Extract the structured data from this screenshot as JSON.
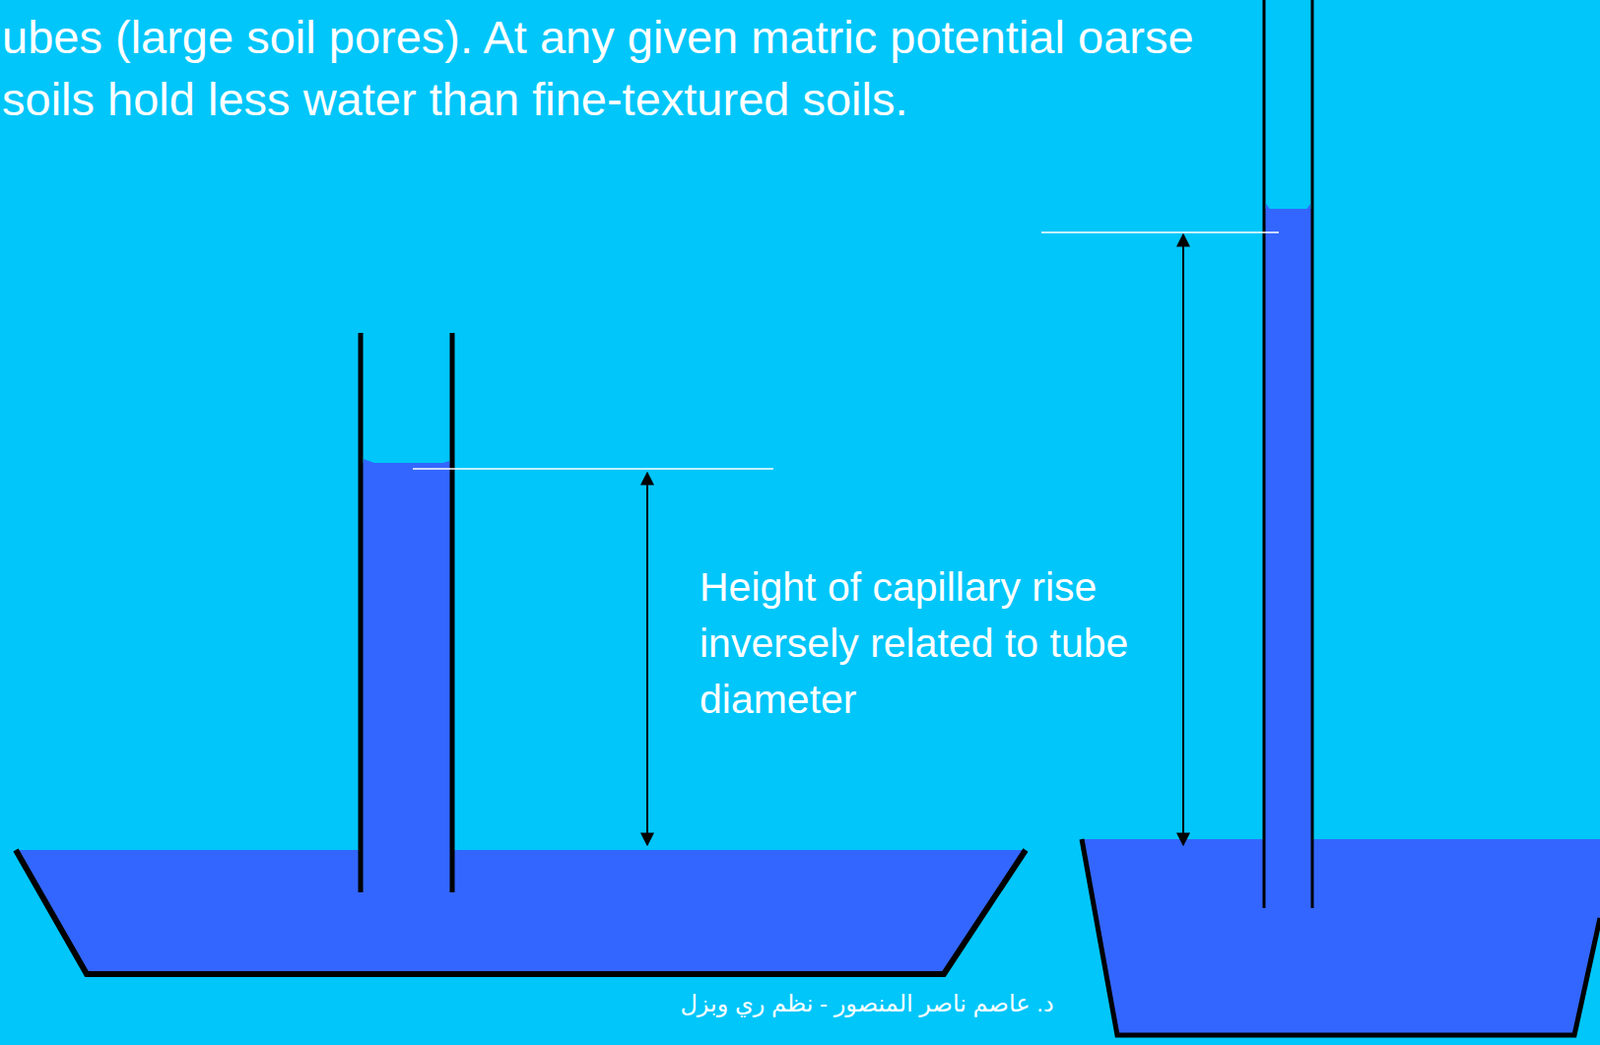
{
  "diagram": {
    "labels": [
      "ubes (large soil pores).  At any given matric potential oarse soils hold less water than fine-textured soils.",
      "Height of capillary rise inversely related to tube diameter",
      "د. عاصم ناصر المنصور  - نظم ري وبزل"
    ]
  }
}
